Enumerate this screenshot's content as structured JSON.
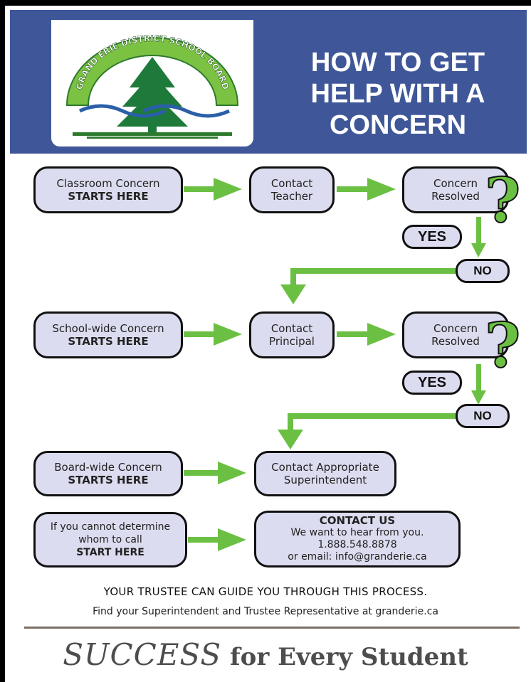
{
  "header": {
    "logo_text": "GRAND ERIE DISTRICT SCHOOL BOARD",
    "title_lines": [
      "HOW TO GET",
      "HELP WITH A",
      "CONCERN"
    ]
  },
  "row1": {
    "start_line1": "Classroom Concern",
    "start_line2": "STARTS HERE",
    "contact_line1": "Contact",
    "contact_line2": "Teacher",
    "resolved_line1": "Concern",
    "resolved_line2": "Resolved",
    "question": "?",
    "yes": "YES",
    "no": "NO"
  },
  "row2": {
    "start_line1": "School-wide Concern",
    "start_line2": "STARTS HERE",
    "contact_line1": "Contact",
    "contact_line2": "Principal",
    "resolved_line1": "Concern",
    "resolved_line2": "Resolved",
    "question": "?",
    "yes": "YES",
    "no": "NO"
  },
  "row3": {
    "start_line1": "Board-wide Concern",
    "start_line2": "STARTS HERE",
    "contact_line1": "Contact Appropriate",
    "contact_line2": "Superintendent"
  },
  "row4": {
    "start_line1": "If you cannot determine",
    "start_line2": "whom to call",
    "start_line3": "START HERE",
    "contact_title": "CONTACT US",
    "contact_line1": "We want to hear from you.",
    "contact_phone": "1.888.548.8878",
    "contact_email": "or email: info@granderie.ca"
  },
  "footer": {
    "trustee": "YOUR TRUSTEE CAN GUIDE YOU THROUGH THIS PROCESS.",
    "find": "Find your Superintendent and Trustee Representative at granderie.ca",
    "success_big": "SUCCESS",
    "success_small": " for Every Student"
  },
  "colors": {
    "header_blue": "#3f5799",
    "arrow_green": "#6bc043",
    "box_fill": "#dcdcf0"
  }
}
